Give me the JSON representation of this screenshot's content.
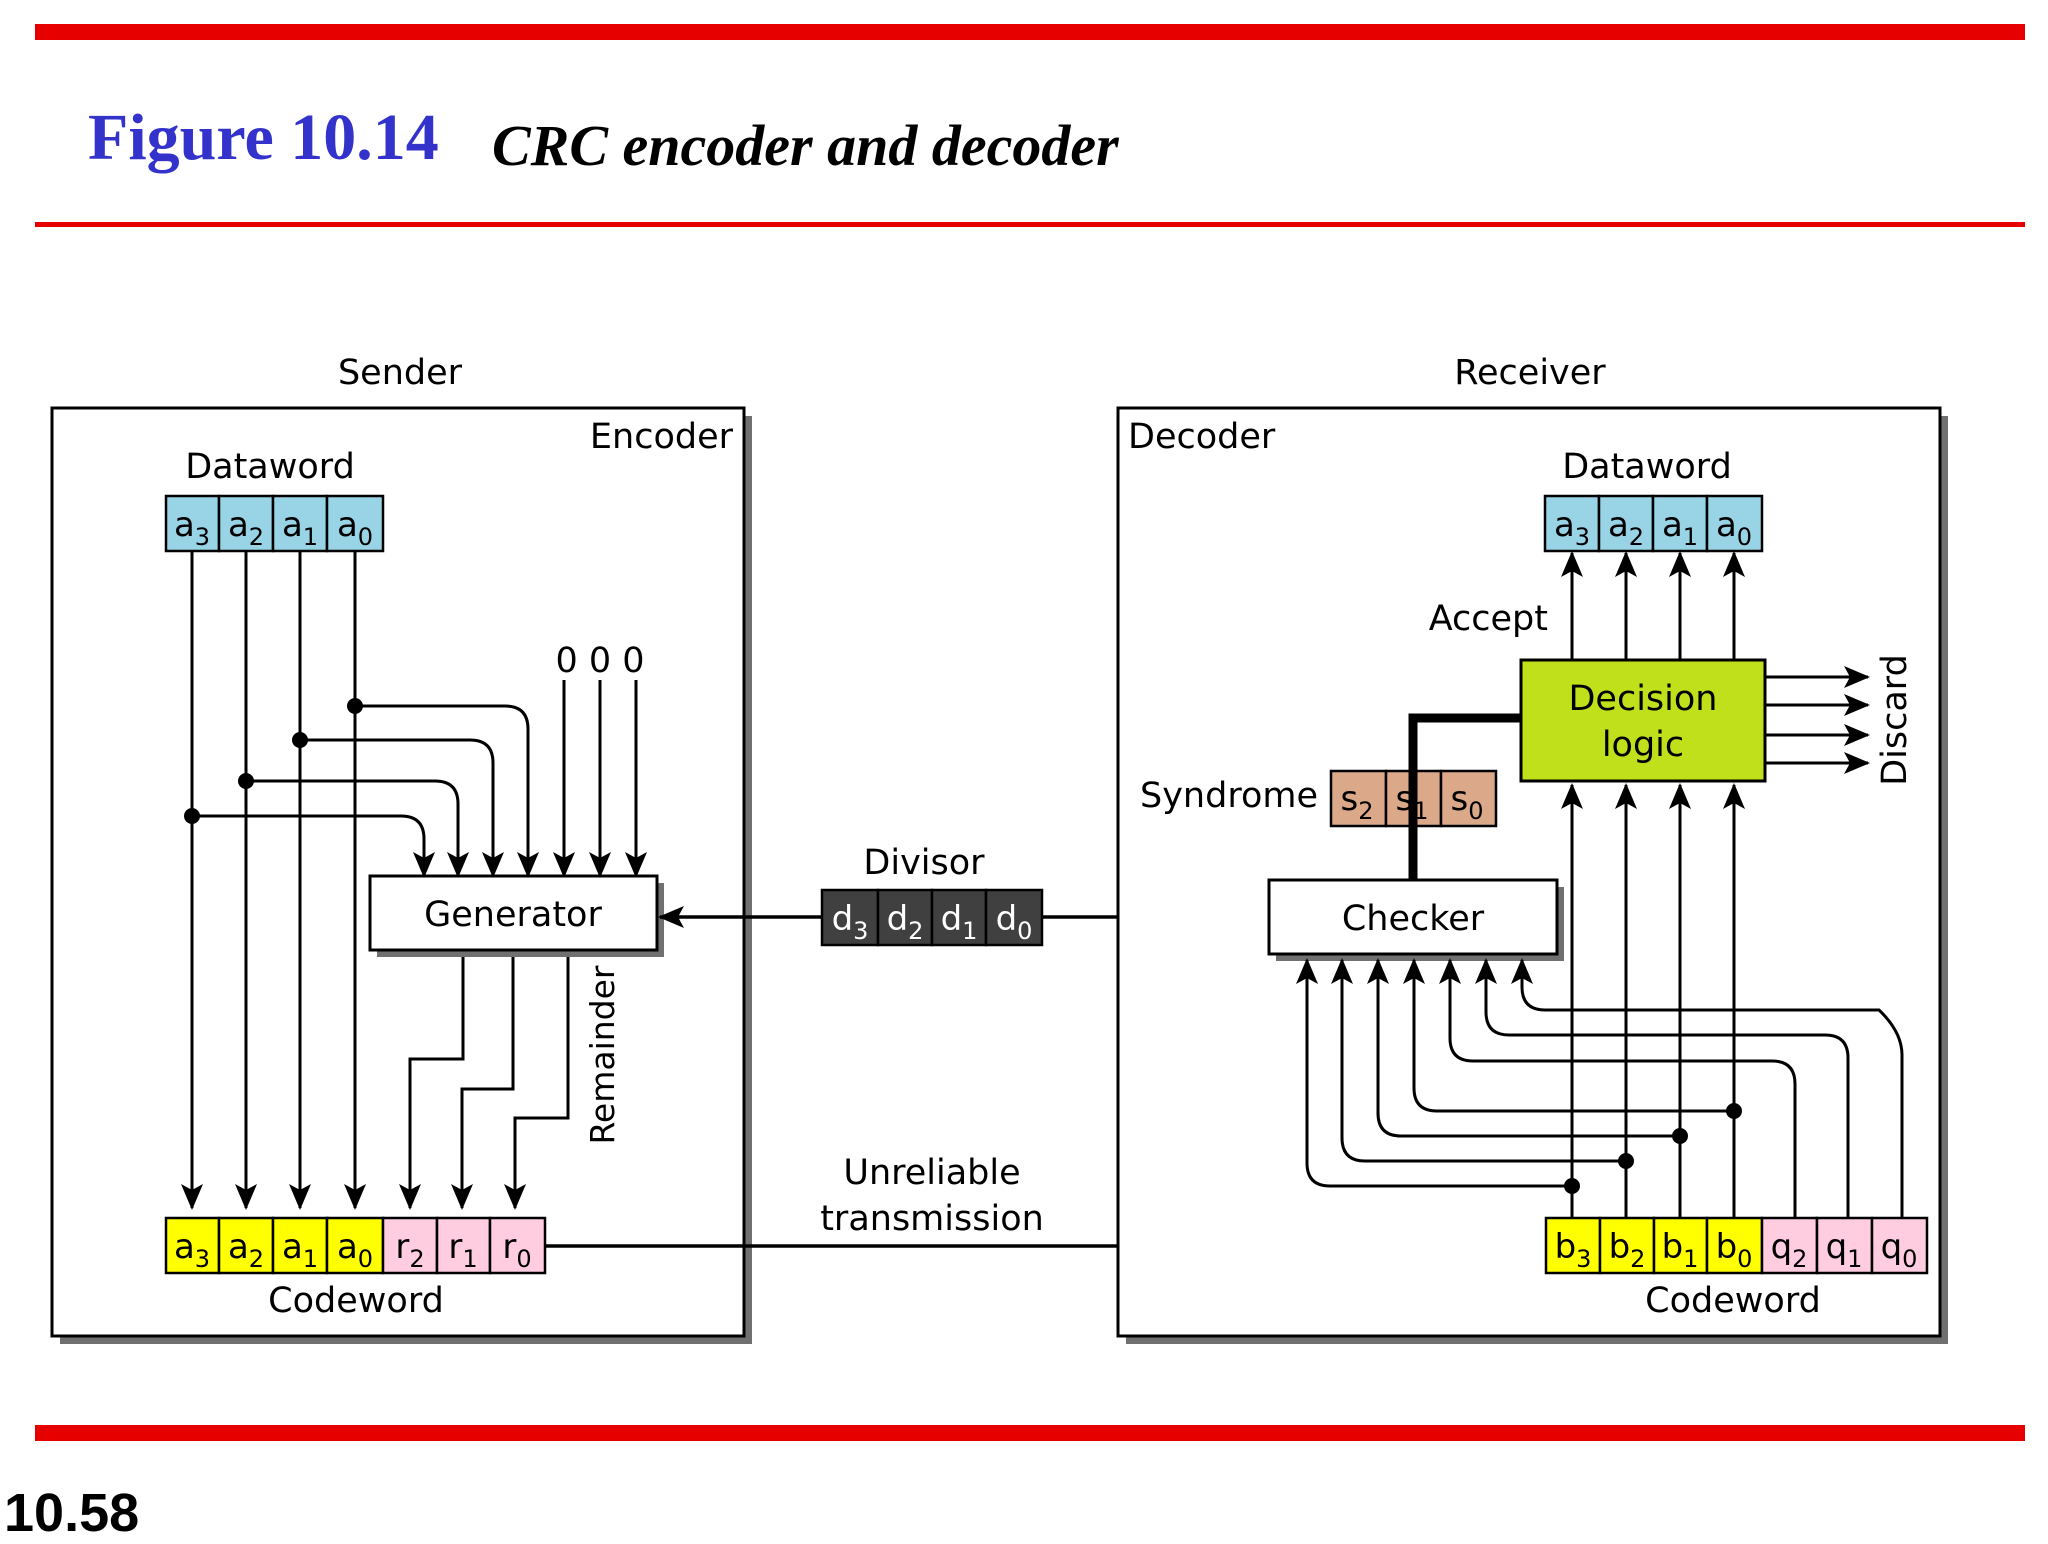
{
  "header": {
    "figure_number": "Figure 10.14",
    "caption": "CRC encoder and decoder"
  },
  "footer": {
    "page_number": "10.58"
  },
  "colors": {
    "rule_red": "#e60000",
    "title_blue": "#3333cc",
    "dataword_cell": "#99d3e6",
    "codeword_data_cell": "#ffff00",
    "codeword_check_cell": "#ffcce0",
    "syndrome_cell": "#dba989",
    "divisor_cell": "#404040",
    "decision_logic": "#bfe01a"
  },
  "diagram": {
    "sender": {
      "label": "Sender",
      "box_label": "Encoder",
      "dataword_label": "Dataword",
      "dataword_bits": [
        {
          "base": "a",
          "sub": "3"
        },
        {
          "base": "a",
          "sub": "2"
        },
        {
          "base": "a",
          "sub": "1"
        },
        {
          "base": "a",
          "sub": "0"
        }
      ],
      "zeros": "0 0 0",
      "generator_label": "Generator",
      "remainder_label": "Remainder",
      "codeword_label": "Codeword",
      "codeword_bits": [
        {
          "base": "a",
          "sub": "3"
        },
        {
          "base": "a",
          "sub": "2"
        },
        {
          "base": "a",
          "sub": "1"
        },
        {
          "base": "a",
          "sub": "0"
        },
        {
          "base": "r",
          "sub": "2"
        },
        {
          "base": "r",
          "sub": "1"
        },
        {
          "base": "r",
          "sub": "0"
        }
      ]
    },
    "divisor": {
      "label": "Divisor",
      "bits": [
        {
          "base": "d",
          "sub": "3"
        },
        {
          "base": "d",
          "sub": "2"
        },
        {
          "base": "d",
          "sub": "1"
        },
        {
          "base": "d",
          "sub": "0"
        }
      ]
    },
    "channel": {
      "line1": "Unreliable",
      "line2": "transmission"
    },
    "receiver": {
      "label": "Receiver",
      "box_label": "Decoder",
      "dataword_label": "Dataword",
      "dataword_bits": [
        {
          "base": "a",
          "sub": "3"
        },
        {
          "base": "a",
          "sub": "2"
        },
        {
          "base": "a",
          "sub": "1"
        },
        {
          "base": "a",
          "sub": "0"
        }
      ],
      "accept_label": "Accept",
      "decision_line1": "Decision",
      "decision_line2": "logic",
      "discard_label": "Discard",
      "syndrome_label": "Syndrome",
      "syndrome_bits": [
        {
          "base": "s",
          "sub": "2"
        },
        {
          "base": "s",
          "sub": "1"
        },
        {
          "base": "s",
          "sub": "0"
        }
      ],
      "checker_label": "Checker",
      "codeword_label": "Codeword",
      "codeword_bits": [
        {
          "base": "b",
          "sub": "3"
        },
        {
          "base": "b",
          "sub": "2"
        },
        {
          "base": "b",
          "sub": "1"
        },
        {
          "base": "b",
          "sub": "0"
        },
        {
          "base": "q",
          "sub": "2"
        },
        {
          "base": "q",
          "sub": "1"
        },
        {
          "base": "q",
          "sub": "0"
        }
      ]
    }
  }
}
